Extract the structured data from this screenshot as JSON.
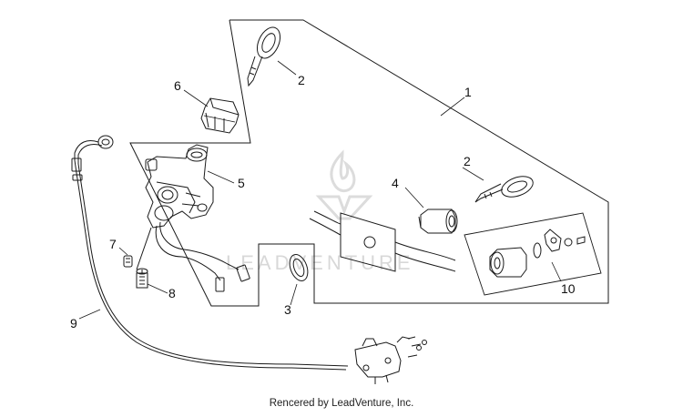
{
  "watermark": {
    "text": "LEADVENTURE"
  },
  "callouts": {
    "c1": "1",
    "c2a": "2",
    "c2b": "2",
    "c3": "3",
    "c4": "4",
    "c5": "5",
    "c6": "6",
    "c7": "7",
    "c8": "8",
    "c9": "9",
    "c10": "10"
  },
  "footer": {
    "credit": "Rencered by LeadVenture, Inc."
  },
  "colors": {
    "line": "#1a1a1a",
    "watermark": "#d8d8d8"
  }
}
